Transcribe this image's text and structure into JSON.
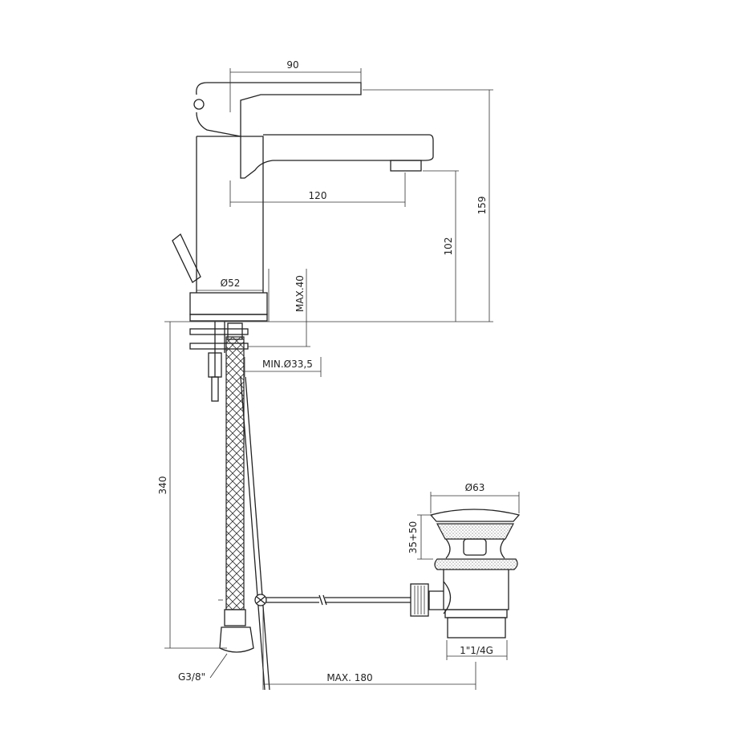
{
  "drawing": {
    "dimensions": {
      "lever_width": "90",
      "spout_reach": "120",
      "total_height": "159",
      "spout_height": "102",
      "base_diameter": "Ø52",
      "max_deck_thickness": "MAX.40",
      "min_hole_diameter": "MIN.Ø33,5",
      "hose_length": "340",
      "waste_diameter": "Ø63",
      "waste_height_range": "35+50",
      "waste_thread": "1\"1/4G",
      "hose_thread": "G3/8\"",
      "max_rod_length": "MAX. 180"
    }
  }
}
